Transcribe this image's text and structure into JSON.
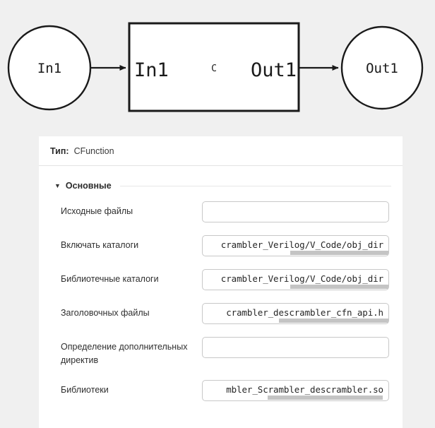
{
  "diagram": {
    "input_node": {
      "label": "In1",
      "shape": "ellipse"
    },
    "output_node": {
      "label": "Out1",
      "shape": "ellipse"
    },
    "block": {
      "input_port": "In1",
      "kind": "C",
      "output_port": "Out1",
      "shape": "rectangle"
    },
    "connections": [
      {
        "from": "In1",
        "to": "block.In1",
        "arrow": "right-arrow"
      },
      {
        "from": "block.Out1",
        "to": "Out1",
        "arrow": "right-arrow"
      }
    ]
  },
  "panel": {
    "type_row": {
      "key": "Тип:",
      "value": "CFunction"
    },
    "section": {
      "collapse_icon": "triangle-down-icon",
      "title": "Основные",
      "expanded": true
    },
    "fields": [
      {
        "label": "Исходные файлы",
        "value": "",
        "clipped": false,
        "scrollbar": false
      },
      {
        "label": "Включать каталоги",
        "value": "crambler_Verilog/V_Code/obj_dir",
        "clipped": true,
        "scrollbar": true,
        "scroll_left_pct": 47,
        "scroll_width_pct": 55
      },
      {
        "label": "Библиотечные каталоги",
        "value": "crambler_Verilog/V_Code/obj_dir",
        "clipped": true,
        "scrollbar": true,
        "scroll_left_pct": 47,
        "scroll_width_pct": 55
      },
      {
        "label": "Заголовочных файлы",
        "value": "crambler_descrambler_cfn_api.h",
        "clipped": true,
        "scrollbar": true,
        "scroll_left_pct": 41,
        "scroll_width_pct": 60
      },
      {
        "label": "Определение дополнительных директив",
        "value": "",
        "clipped": false,
        "scrollbar": false
      },
      {
        "label": "Библиотеки",
        "value": "mbler_Scrambler_descrambler.so",
        "clipped": true,
        "scrollbar": true,
        "scroll_left_pct": 35,
        "scroll_width_pct": 62
      }
    ]
  },
  "colors": {
    "page_background": "#f0f0f0",
    "panel_background": "#ffffff",
    "stroke": "#1a1a1a",
    "input_border": "#c8c8c8",
    "scrollbar_thumb": "#c4c4c4",
    "text": "#2f2f2f"
  }
}
